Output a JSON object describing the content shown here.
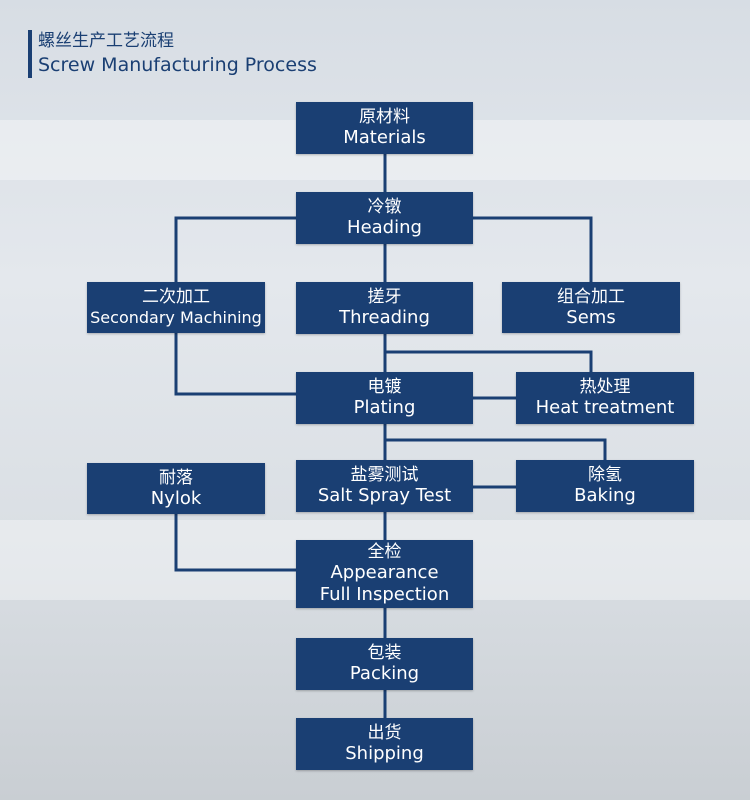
{
  "title": {
    "cn": "螺丝生产工艺流程",
    "en": "Screw Manufacturing Process"
  },
  "nodes": {
    "materials": {
      "cn": "原材料",
      "en": "Materials"
    },
    "heading": {
      "cn": "冷镦",
      "en": "Heading"
    },
    "secondary": {
      "cn": "二次加工",
      "en": "Secondary Machining"
    },
    "threading": {
      "cn": "搓牙",
      "en": "Threading"
    },
    "sems": {
      "cn": "组合加工",
      "en": "Sems"
    },
    "plating": {
      "cn": "电镀",
      "en": "Plating"
    },
    "heat": {
      "cn": "热处理",
      "en": "Heat treatment"
    },
    "nylok": {
      "cn": "耐落",
      "en": "Nylok"
    },
    "salt": {
      "cn": "盐雾测试",
      "en": "Salt Spray Test"
    },
    "baking": {
      "cn": "除氢",
      "en": "Baking"
    },
    "inspection": {
      "cn": "全检",
      "en1": "Appearance",
      "en2": "Full Inspection"
    },
    "packing": {
      "cn": "包装",
      "en": "Packing"
    },
    "shipping": {
      "cn": "出货",
      "en": "Shipping"
    }
  },
  "colors": {
    "box": "#1a3f73",
    "line": "#1a3f73",
    "title": "#1a3f73"
  }
}
